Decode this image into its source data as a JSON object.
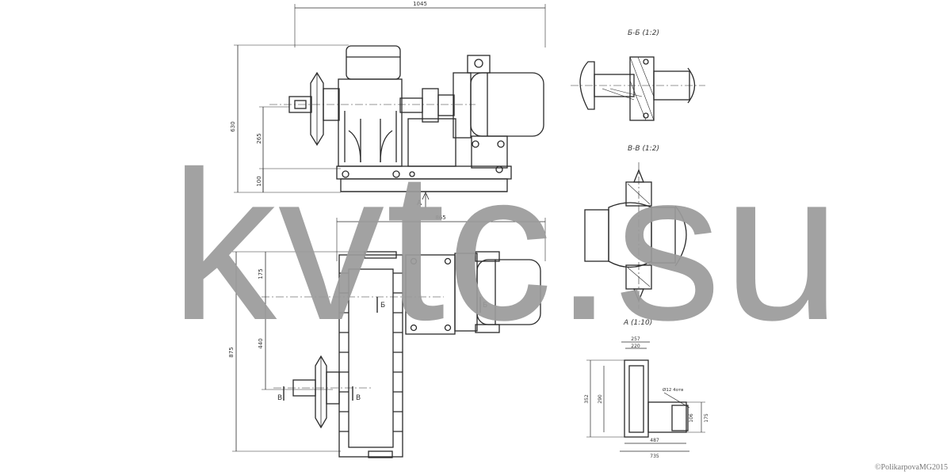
{
  "drawing": {
    "section_b_title": "Б-Б (1:2)",
    "section_v_title": "В-В (1:2)",
    "view_a_title": "A (1:10)",
    "view_arrow_a": "A",
    "cut_mark_b": "Б",
    "cut_mark_v": "В",
    "dims_front": {
      "overall_width": "1045",
      "overall_height": "630",
      "shaft_height": "265",
      "base_height": "100"
    },
    "dims_plan": {
      "plan_width": "865",
      "upper_offset": "175",
      "middle_offset": "440",
      "overall_depth": "875"
    },
    "dims_view_a": {
      "top_outer": "257",
      "top_inner": "220",
      "left_outer": "352",
      "left_inner": "290",
      "hole_note": "Ø12 4отв",
      "right_small": "106",
      "right_width": "175",
      "bottom_inner": "487",
      "bottom_outer": "735"
    }
  },
  "watermark": "kvtc.su",
  "copyright": "©PolikarpovaMG2015",
  "colors": {
    "line": "#2a2a2a",
    "watermark": "#9b9b9b",
    "background": "#ffffff"
  }
}
